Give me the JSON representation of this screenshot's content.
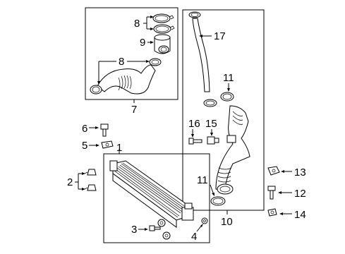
{
  "diagram": {
    "callouts": {
      "c1": "1",
      "c2": "2",
      "c3": "3",
      "c4": "4",
      "c5": "5",
      "c6": "6",
      "c7": "7",
      "c8a": "8",
      "c8b": "8",
      "c9": "9",
      "c10": "10",
      "c11a": "11",
      "c11b": "11",
      "c12": "12",
      "c13": "13",
      "c14": "14",
      "c15": "15",
      "c16": "16",
      "c17": "17"
    },
    "icons": [
      "intercooler",
      "air-duct-hose",
      "pipe-tube",
      "hose-clamp",
      "bolt",
      "nut",
      "bracket"
    ]
  }
}
